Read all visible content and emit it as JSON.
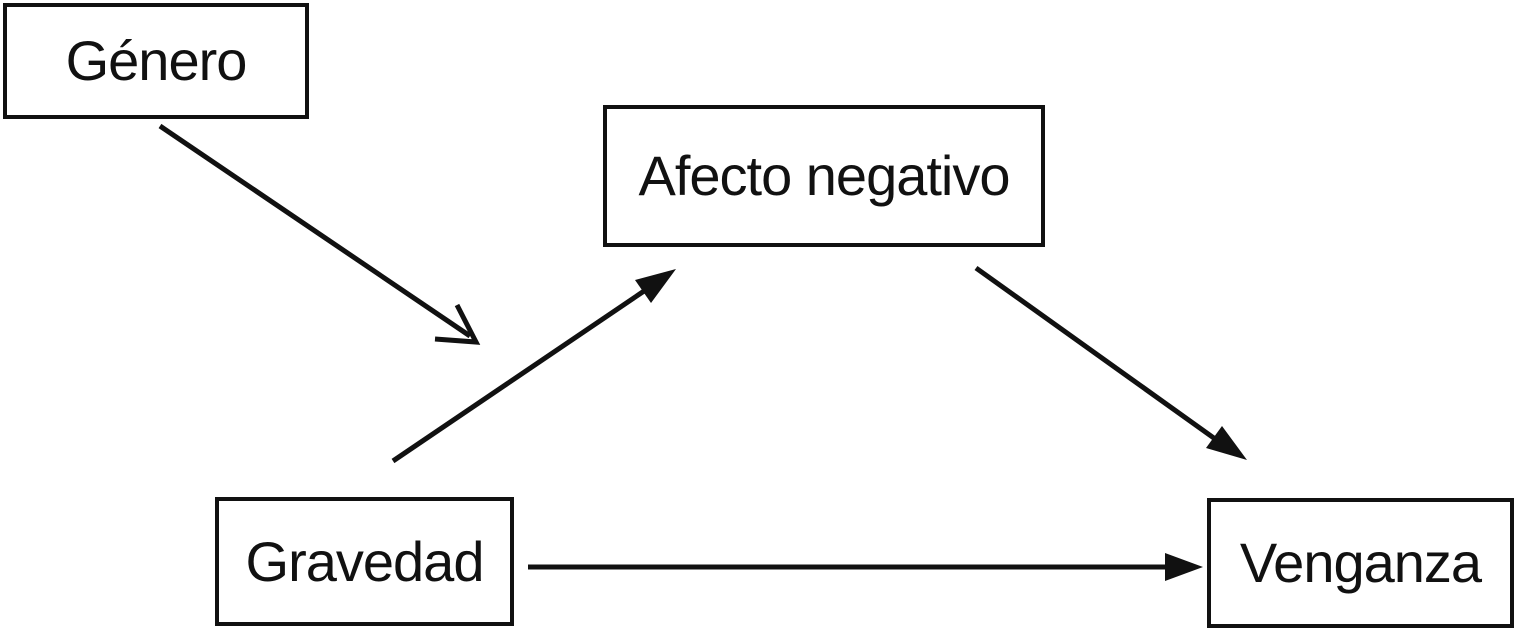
{
  "diagram": {
    "type": "path-model",
    "background_color": "#ffffff",
    "line_color": "#111111",
    "nodes": [
      {
        "id": "genero",
        "label": "Género"
      },
      {
        "id": "afecto-negativo",
        "label": "Afecto negativo"
      },
      {
        "id": "gravedad",
        "label": "Gravedad"
      },
      {
        "id": "venganza",
        "label": "Venganza"
      }
    ],
    "edges": [
      {
        "from": "Género",
        "to": "Gravedad → Afecto negativo arrow",
        "arrowhead": "open",
        "direction": "down-right"
      },
      {
        "from": "Gravedad",
        "to": "Afecto negativo",
        "arrowhead": "filled",
        "direction": "up-right"
      },
      {
        "from": "Afecto negativo",
        "to": "Venganza",
        "arrowhead": "filled",
        "direction": "down-right"
      },
      {
        "from": "Gravedad",
        "to": "Venganza",
        "arrowhead": "filled",
        "direction": "right"
      }
    ]
  }
}
